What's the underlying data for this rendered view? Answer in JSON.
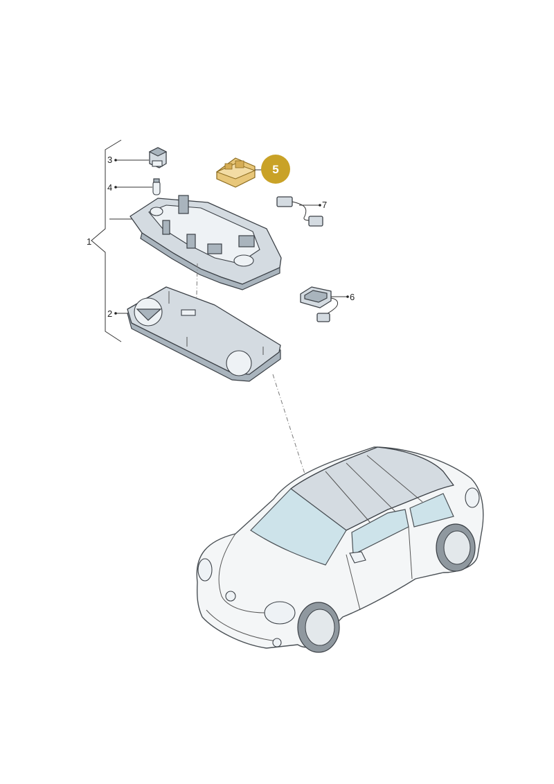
{
  "callouts": {
    "c1": "1",
    "c2": "2",
    "c3": "3",
    "c4": "4",
    "c5": "5",
    "c6": "6",
    "c7": "7"
  },
  "colors": {
    "highlight_badge": "#c9a227",
    "highlight_part": "#e8c77a",
    "glass": "#cde3ea",
    "part_fill": "#d4dbe1"
  }
}
